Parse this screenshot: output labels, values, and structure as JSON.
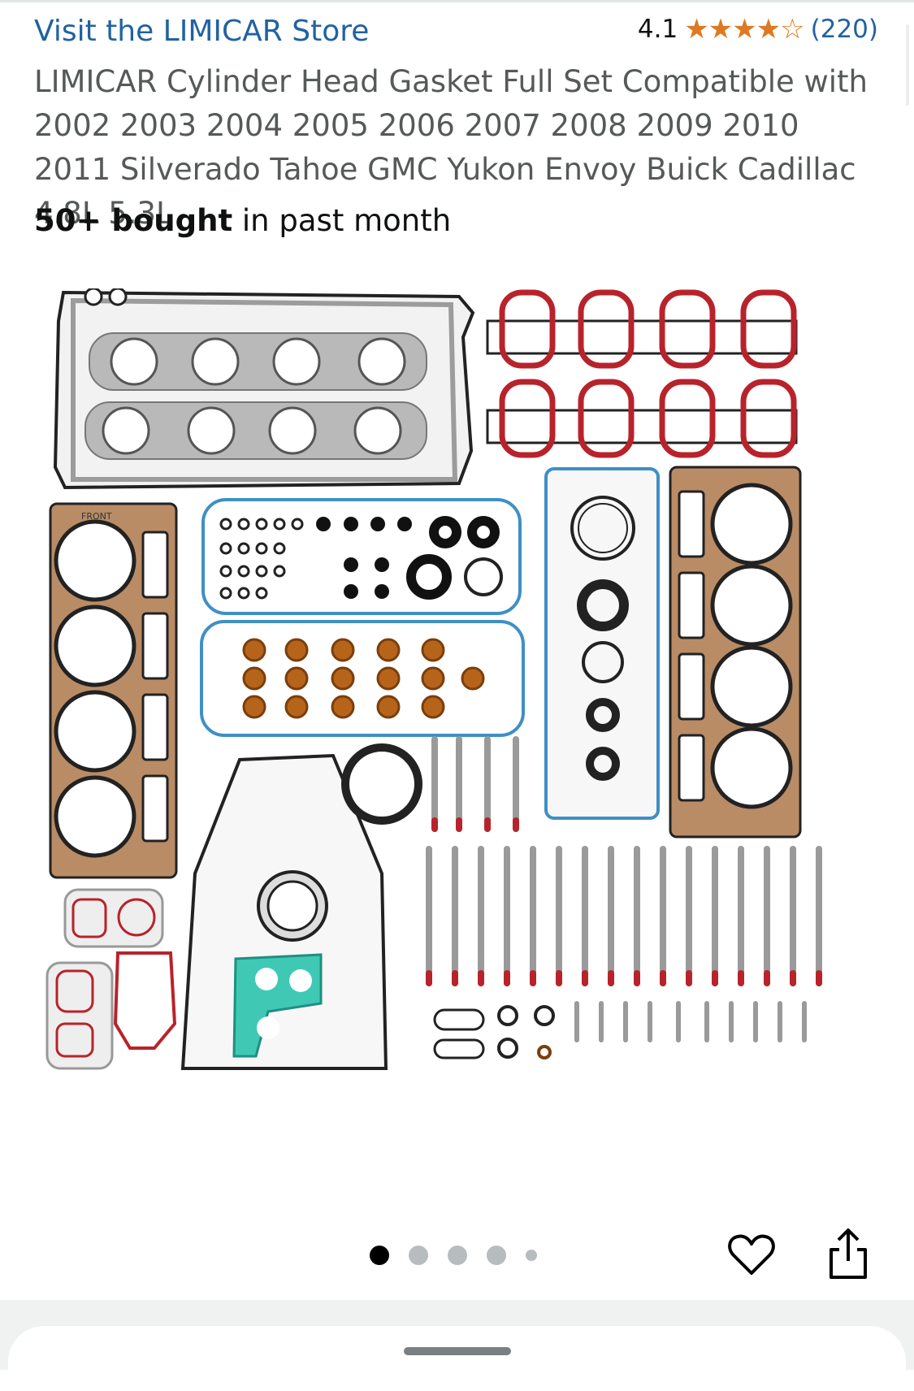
{
  "store": {
    "link_label": "Visit the LIMICAR Store"
  },
  "rating": {
    "value": "4.1",
    "stars": "★★★★☆",
    "review_count": "(220)",
    "star_color": "#de7921"
  },
  "product": {
    "title": "LIMICAR Cylinder Head Gasket Full Set Compatible with 2002 2003 2004 2005 2006 2007 2008 2009 2010 2011 Silverado Tahoe GMC Yukon Envoy Buick Cadillac 4.8L 5.3L",
    "bought_bold": "50+ bought",
    "bought_rest": " in past month"
  },
  "image": {
    "front_label": "FRONT",
    "colors": {
      "gasket_gray": "#a9a9a9",
      "intake_red": "#b8232b",
      "blue_outline": "#3f8fc6",
      "seal_orange": "#b7641b",
      "teal": "#3fc9b4",
      "bronze": "#b98c66"
    }
  },
  "carousel": {
    "total": 5,
    "active_index": 0
  },
  "actions": {
    "wishlist_icon": "heart-icon",
    "share_icon": "share-icon"
  },
  "colors": {
    "link": "#2162a1",
    "text": "#0f1111",
    "muted": "#565959"
  }
}
